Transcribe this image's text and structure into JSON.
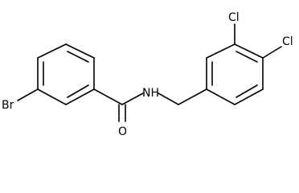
{
  "molecule": {
    "atoms": {
      "br": "Br",
      "o": "O",
      "nh": "NH",
      "cl_top": "Cl",
      "cl_right": "Cl"
    },
    "colors": {
      "bond": "#000000",
      "label": "#000000",
      "background": "#ffffff"
    }
  }
}
